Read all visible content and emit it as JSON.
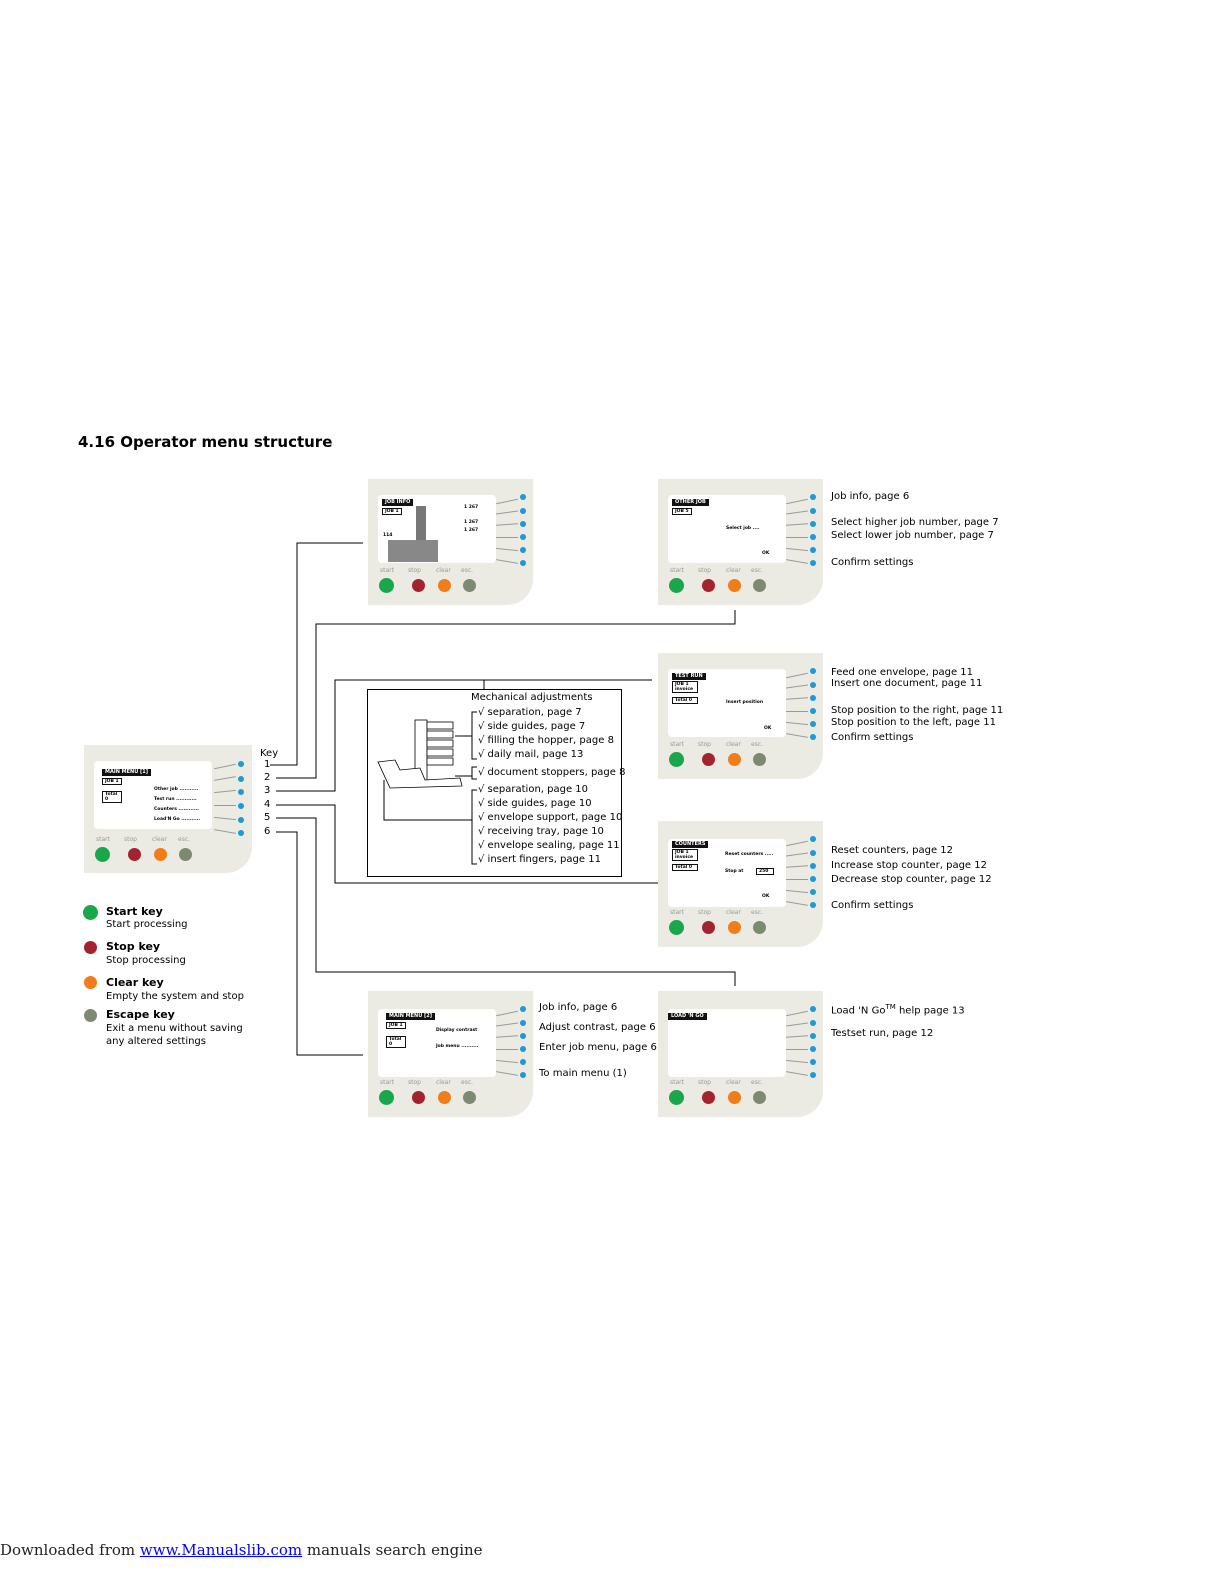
{
  "title": "4.16 Operator menu structure",
  "key_label": "Key",
  "key_numbers": [
    "1",
    "2",
    "3",
    "4",
    "5",
    "6"
  ],
  "panel_keys": [
    "start",
    "stop",
    "clear",
    "esc."
  ],
  "main_menu": {
    "title": "MAIN MENU [1]",
    "job": "JOB 1",
    "total": "Total 0",
    "items": [
      "Other job ...........",
      "Test run ............",
      "Counters ............",
      "Load'N Go ..........."
    ]
  },
  "job_info": {
    "title": "JOB INFO",
    "job": "JOB 1",
    "vals": [
      "1  267",
      "1  267",
      "1  267"
    ],
    "count": "114"
  },
  "other_job": {
    "title": "OTHER JOB",
    "job": "JOB 5",
    "select": "Select job ....",
    "ok": "OK",
    "labels": [
      "Job info, page 6",
      "Select higher job number, page 7",
      "Select lower job number, page 7",
      "Confirm settings"
    ]
  },
  "test_run": {
    "title": "TEST RUN",
    "job": "JOB 1 invoice",
    "total": "Total 0",
    "ins": "Insert position",
    "ok": "OK",
    "labels": [
      "Feed one envelope, page 11",
      "Insert one document, page 11",
      "Stop position to the right, page 11",
      "Stop position to the left, page 11",
      "Confirm settings"
    ]
  },
  "counters": {
    "title": "COUNTERS",
    "job": "JOB 1 invoice",
    "total": "Total 0",
    "reset": "Reset counters .....",
    "stop": "Stop at",
    "stopval": "250",
    "ok": "OK",
    "labels": [
      "Reset counters, page 12",
      "Increase stop counter, page 12",
      "Decrease stop counter, page 12",
      "Confirm settings"
    ]
  },
  "main_menu2": {
    "title": "MAIN MENU [2]",
    "job": "JOB 1",
    "total": "Total 0",
    "contrast": "Display contrast",
    "jobmenu": "Job menu ..........",
    "labels": [
      "Job info, page 6",
      "Adjust contrast, page 6",
      "Enter job menu, page 6",
      "To main menu (1)"
    ]
  },
  "load_n_go": {
    "title": "LOAD 'N GO",
    "labels": [
      "Load 'N Go",
      "TM",
      " help page 13",
      "Testset run, page 12"
    ]
  },
  "mechanical": {
    "title": "Mechanical adjustments",
    "group1": [
      "√ separation, page 7",
      "√ side guides, page 7",
      "√ filling the hopper, page 8",
      "√ daily mail, page 13"
    ],
    "group2": [
      "√ document stoppers, page 8"
    ],
    "group3": [
      "√ separation, page 10",
      "√ side guides, page 10",
      "√ envelope support, page 10",
      "√ receiving tray, page 10",
      "√ envelope sealing, page 11",
      "√ insert fingers, page 11"
    ]
  },
  "legend": [
    {
      "title": "Start key",
      "desc": "Start processing",
      "color": "#1aa64b"
    },
    {
      "title": "Stop key",
      "desc": "Stop processing",
      "color": "#a3242e"
    },
    {
      "title": "Clear key",
      "desc": "Empty the system and stop",
      "color": "#f07d1a"
    },
    {
      "title": "Escape key",
      "desc": "Exit a menu without saving any altered settings",
      "color": "#7d8a72"
    }
  ],
  "footer": {
    "prefix": "Downloaded from ",
    "link": "www.Manualslib.com",
    "suffix": "  manuals search engine"
  }
}
